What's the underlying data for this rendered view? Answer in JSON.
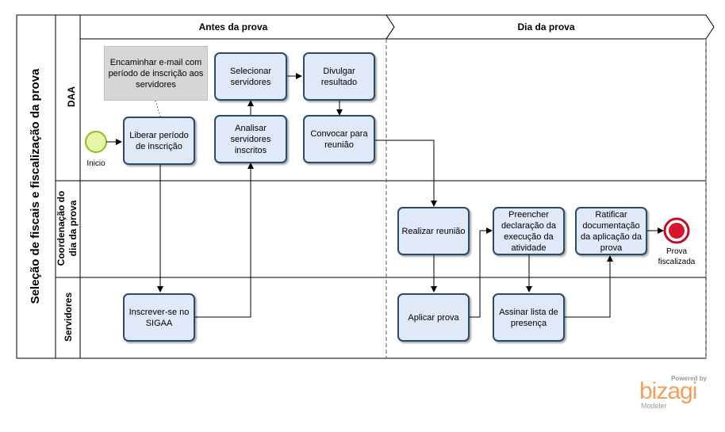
{
  "pool": {
    "title": "Seleção de fiscais e fiscalização da prova"
  },
  "lanes": {
    "daa": "DAA",
    "coordenacao_line1": "Coordenação do",
    "coordenacao_line2": "dia da prova",
    "servidores": "Servidores"
  },
  "phases": {
    "antes": "Antes da prova",
    "dia": "Dia da prova"
  },
  "annotation": "Encaminhar e-mail com período de inscrição aos servidores",
  "events": {
    "start": "Inicio",
    "end_line1": "Prova",
    "end_line2": "fiscalizada"
  },
  "tasks": {
    "liberar": "Liberar período de inscrição",
    "selecionar": "Selecionar servidores",
    "divulgar": "Divulgar resultado",
    "analisar": "Analisar servidores inscritos",
    "convocar": "Convocar para reunião",
    "inscrever": "Inscrever-se no SIGAA",
    "realizar": "Realizar reunião",
    "aplicar": "Aplicar prova",
    "preencher": "Preencher declaração da execução da atividade",
    "assinar": "Assinar lista de presença",
    "ratificar": "Ratificar documentação da aplicação da prova"
  },
  "branding": {
    "powered": "Powered by",
    "name": "bizagi",
    "product": "Modeler"
  },
  "colors": {
    "task_fill": "#dfe9f7",
    "task_border": "#2b4a6a",
    "start_fill": "#e6f5a8",
    "start_border": "#8fbf1f",
    "end_fill": "#d9142a",
    "annotation_fill": "#d6d6d6",
    "logo_orange": "#f5a05a",
    "logo_gray": "#9a9a9a"
  }
}
